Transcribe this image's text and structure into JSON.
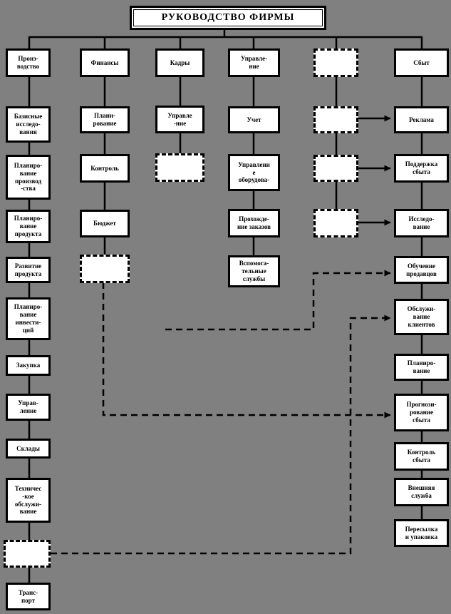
{
  "title": "РУКОВОДСТВО ФИРМЫ",
  "columns": [
    {
      "id": "production",
      "header": "Произ-\nводство",
      "items": [
        "Базисные\nисследо-\nвания",
        "Планиро-\nвание\nпроизвод\n-ства",
        "Планиро-\nвание\nпродукта",
        "Развитие\nпродукта",
        "Планиро-\nвание\nинвести-\nций",
        "Закупка",
        "Управ-\nление",
        "Склады",
        "Техничес\n-кое\nобслужи-\nвание",
        "",
        "Транс-\nпорт"
      ]
    },
    {
      "id": "finance",
      "header": "Финансы",
      "items": [
        "Плани-\nрование",
        "Контроль",
        "Бюджет",
        ""
      ]
    },
    {
      "id": "personnel",
      "header": "Кадры",
      "items": [
        "Управле\n-ние",
        ""
      ]
    },
    {
      "id": "management",
      "header": "Управле-\nние",
      "items": [
        "Учет",
        "Управлени\nе\nоборудова-",
        "Прохожде-\nние заказов",
        "Вспомога-\nтельные\nслужбы"
      ]
    },
    {
      "id": "unnamed",
      "header": "",
      "items": [
        "",
        "",
        ""
      ]
    },
    {
      "id": "sales",
      "header": "Сбыт",
      "items": [
        "Реклама",
        "Поддержка\nсбыта",
        "Исследо-\nвание",
        "Обучение\nпродавцов",
        "Обслужи-\nвание\nклиентов",
        "Планиро-\nвание",
        "Прогнози-\nрование\nсбыта",
        "Контроль\nсбыта",
        "Внешняя\nслужба",
        "Пересылка\nи упаковка"
      ]
    }
  ],
  "colors": {
    "background": "#808080",
    "box_fill": "#ffffff",
    "line": "#000000",
    "text": "#000000"
  }
}
